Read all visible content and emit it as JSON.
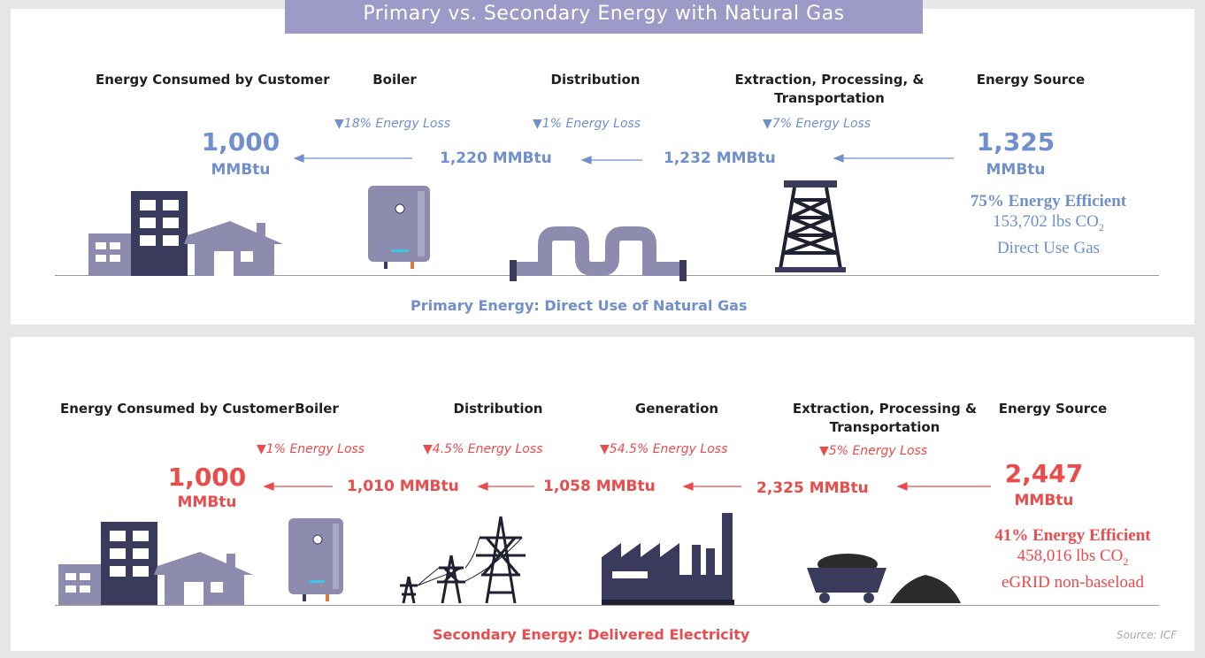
{
  "title": "Primary vs. Secondary Energy with Natural Gas",
  "colors": {
    "primary_blue": "#6f8fcd",
    "secondary_red": "#ec4b4b",
    "banner": "#9e9ac7",
    "icon_dark": "#3a3b5c",
    "icon_light": "#8e8cae"
  },
  "primary": {
    "stages": [
      "Energy Consumed by Customer",
      "Boiler",
      "Distribution",
      "Extraction, Processing, & Transportation",
      "Energy Source"
    ],
    "losses": [
      "18% Energy Loss",
      "1% Energy Loss",
      "7% Energy Loss"
    ],
    "consumed_value": "1,000",
    "consumed_unit": "MMBtu",
    "flow_values": [
      "1,220 MMBtu",
      "1,232 MMBtu"
    ],
    "source_value": "1,325",
    "source_unit": "MMBtu",
    "efficiency": "75% Energy Efficient",
    "co2": "153,702 lbs CO",
    "co2_sub": "2",
    "method": "Direct Use Gas",
    "footer": "Primary Energy: Direct Use of Natural Gas"
  },
  "secondary": {
    "stages": [
      "Energy Consumed by Customer",
      "Boiler",
      "Distribution",
      "Generation",
      "Extraction, Processing & Transportation",
      "Energy Source"
    ],
    "losses": [
      "1% Energy Loss",
      "4.5% Energy Loss",
      "54.5% Energy Loss",
      "5% Energy Loss"
    ],
    "consumed_value": "1,000",
    "consumed_unit": "MMBtu",
    "flow_values": [
      "1,010 MMBtu",
      "1,058 MMBtu",
      "2,325 MMBtu"
    ],
    "source_value": "2,447",
    "source_unit": "MMBtu",
    "efficiency": "41% Energy Efficient",
    "co2": "458,016 lbs CO",
    "co2_sub": "2",
    "method": "eGRID non-baseload",
    "footer": "Secondary Energy: Delivered Electricity"
  },
  "source_note": "Source: ICF",
  "loss_marker": "▼"
}
